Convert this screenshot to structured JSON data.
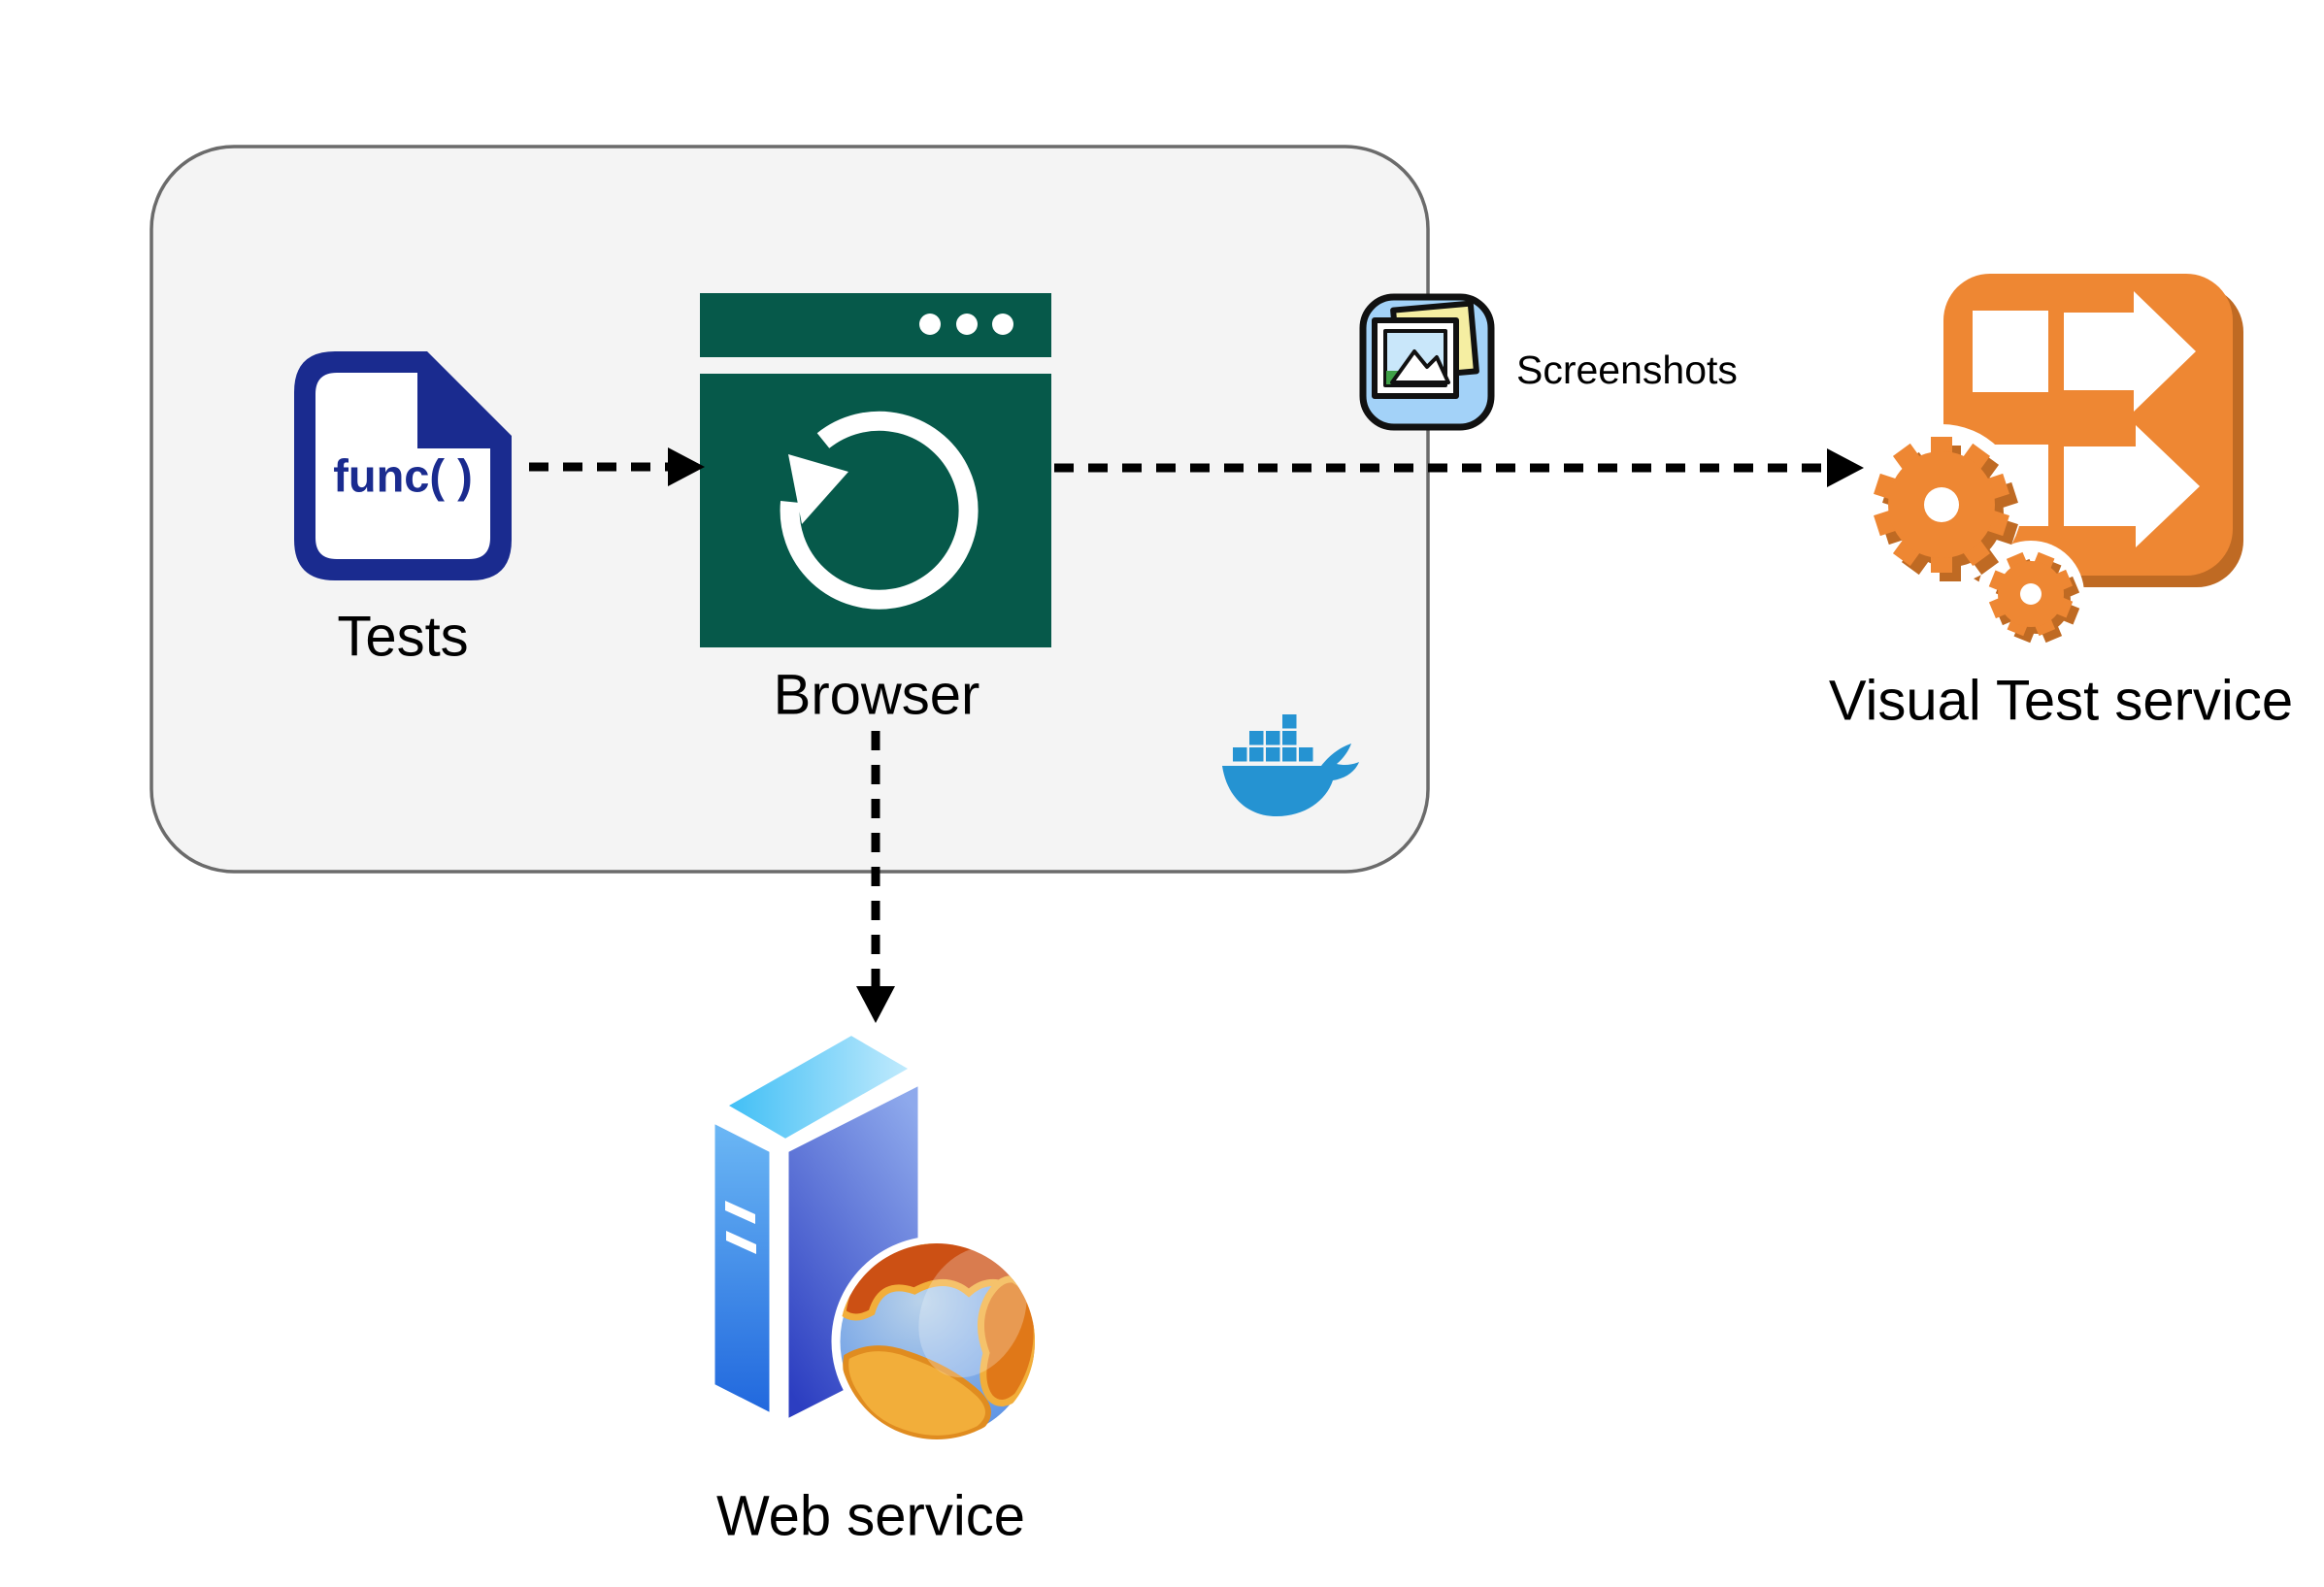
{
  "nodes": {
    "tests": {
      "label": "Tests",
      "code": "func( )"
    },
    "browser": {
      "label": "Browser"
    },
    "screenshots": {
      "label": "Screenshots"
    },
    "visual_test_service": {
      "label": "Visual Test service"
    },
    "web_service": {
      "label": "Web service"
    }
  },
  "edges": [
    {
      "from": "tests",
      "to": "browser",
      "style": "dashed-arrow"
    },
    {
      "from": "browser",
      "to": "visual_test_service",
      "style": "dashed-arrow",
      "annotation": "screenshots"
    },
    {
      "from": "browser",
      "to": "web_service",
      "style": "dashed-arrow"
    }
  ],
  "icons": {
    "tests": "code-file-icon",
    "browser": "browser-window-refresh-icon",
    "container": "docker-whale-icon",
    "screenshots": "photo-stack-icon",
    "visual_test_service": "arrows-and-gears-icon",
    "web_service": "server-tower-globe-icon"
  },
  "colors": {
    "bg": "#ffffff",
    "container_fill": "#f4f4f4",
    "container_border": "#6b6b6b",
    "green": "#06594a",
    "navy": "#1a2b8f",
    "arrow": "#000000",
    "label": "#000000",
    "orange": "#ee8733",
    "orange_dark": "#bf6a23",
    "docker": "#2593d2",
    "shot_bg": "#a3d2f8",
    "shot_back": "#f5eea2",
    "shot_sky": "#c9e7fa",
    "shot_green": "#3fa047",
    "srv_top1": "#c6ecfd",
    "srv_top2": "#3bbdf5",
    "srv_left1": "#6db9f5",
    "srv_left2": "#1f66dd",
    "srv_front1": "#8ea9ec",
    "srv_front2": "#2c3ec1",
    "globe1": "#b9d2ea",
    "globe2": "#3f7fe3",
    "land_red": "#cc5014",
    "land_orange": "#e07818",
    "land_gold": "#f2ae3a",
    "land_gold_dark": "#e08c20"
  }
}
